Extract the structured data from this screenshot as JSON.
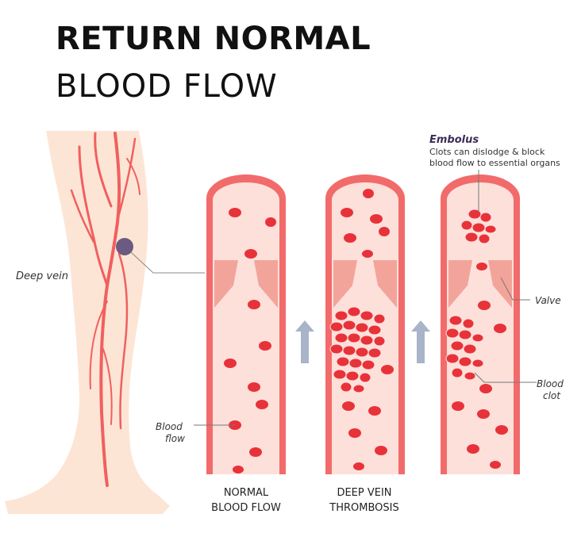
{
  "title": {
    "line1": "RETURN NORMAL",
    "line2": "BLOOD FLOW"
  },
  "labels": {
    "deep_vein": "Deep vein",
    "blood_flow_line1": "Blood",
    "blood_flow_line2": "flow",
    "embolus": "Embolus",
    "embolus_desc_line1": "Clots can dislodge & block",
    "embolus_desc_line2": "blood flow to essential organs",
    "valve": "Valve",
    "blood_clot_line1": "Blood",
    "blood_clot_line2": "clot"
  },
  "captions": {
    "normal_line1": "NORMAL",
    "normal_line2": "BLOOD FLOW",
    "dvt_line1": "DEEP VEIN",
    "dvt_line2": "THROMBOSIS"
  },
  "colors": {
    "vein_wall": "#f26b6b",
    "vein_inner": "#fde0da",
    "red_cell": "#e8323a",
    "skin": "#fde5d6",
    "vessel_line": "#f0605e",
    "arrow": "#a9b3c9",
    "deep_vein_marker": "#5b4a78"
  }
}
